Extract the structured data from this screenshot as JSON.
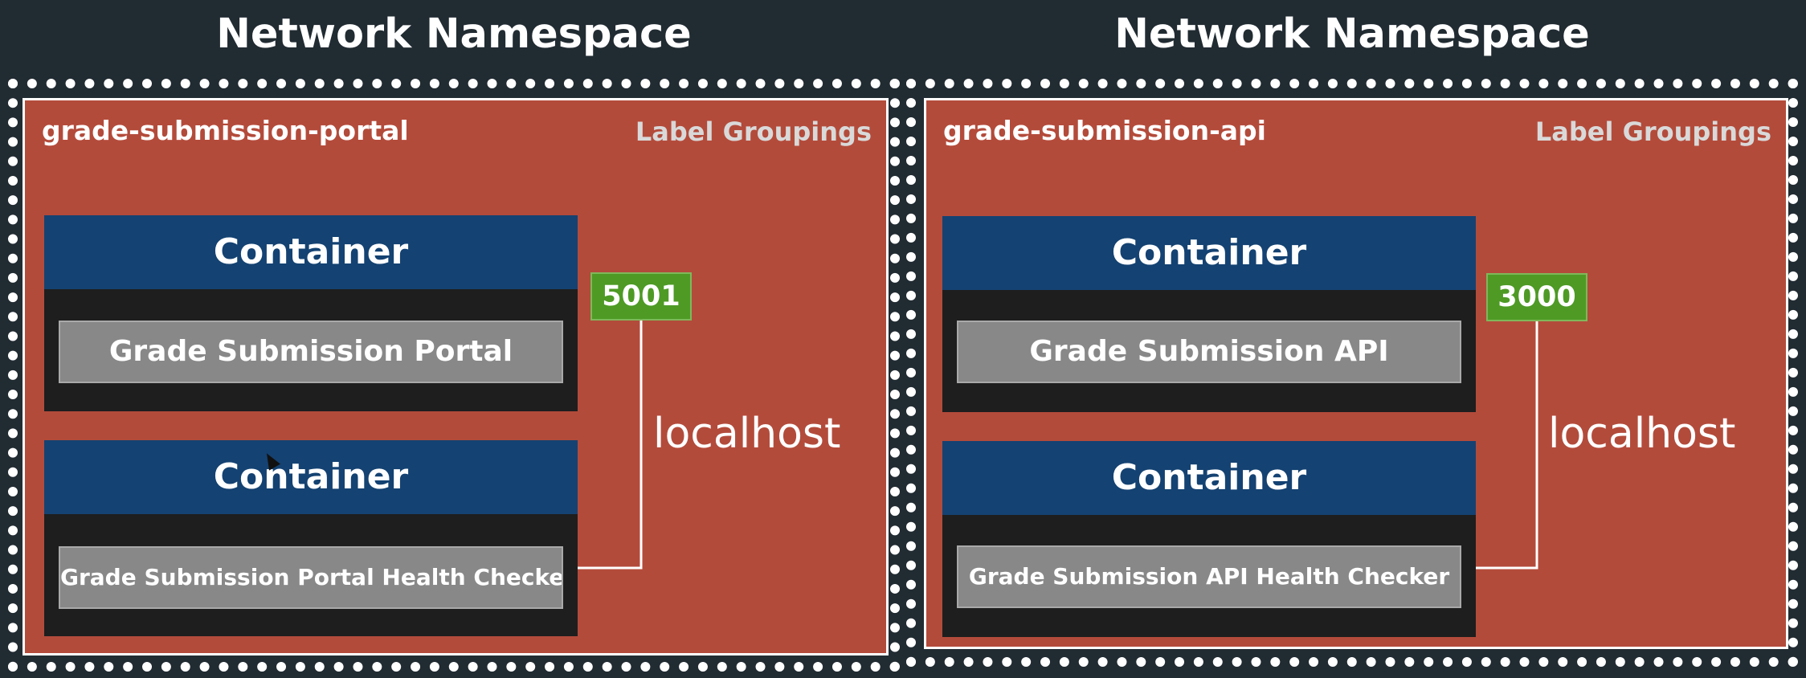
{
  "namespaces": [
    {
      "title": "Network Namespace",
      "pod_name": "grade-submission-portal",
      "label_groupings": "Label Groupings",
      "containers": [
        {
          "header": "Container",
          "app": "Grade Submission Portal"
        },
        {
          "header": "Container",
          "app": "Grade Submission Portal Health Checker"
        }
      ],
      "port": "5001",
      "localhost": "localhost"
    },
    {
      "title": "Network Namespace",
      "pod_name": "grade-submission-api",
      "label_groupings": "Label Groupings",
      "containers": [
        {
          "header": "Container",
          "app": "Grade Submission API"
        },
        {
          "header": "Container",
          "app": "Grade Submission API Health Checker"
        }
      ],
      "port": "3000",
      "localhost": "localhost"
    }
  ],
  "colors": {
    "background": "#212b32",
    "pod": "#b34b3b",
    "container_header": "#144272",
    "container_body": "#1e1e1e",
    "app_box": "#888888",
    "port": "#4e9a25"
  }
}
